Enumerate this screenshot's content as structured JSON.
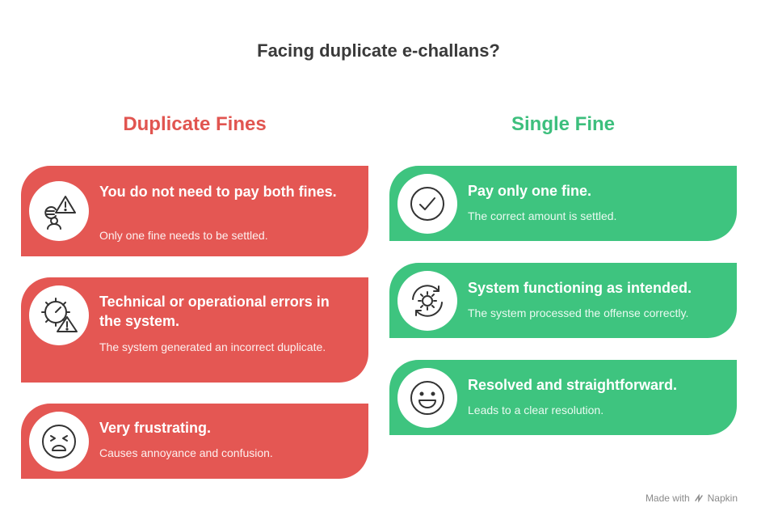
{
  "title": "Facing duplicate e-challans?",
  "columns": {
    "left": {
      "heading": "Duplicate Fines",
      "color": "#e45753"
    },
    "right": {
      "heading": "Single Fine",
      "color": "#3ec47f"
    }
  },
  "left_cards": [
    {
      "icon": "euro-warning-icon",
      "title": "You do not need to pay both fines.",
      "desc": "Only one fine needs to be settled."
    },
    {
      "icon": "gear-gauge-warning-icon",
      "title": "Technical or operational errors in the system.",
      "desc": "The system generated an incorrect duplicate."
    },
    {
      "icon": "frustrated-face-icon",
      "title": "Very frustrating.",
      "desc": "Causes annoyance and confusion."
    }
  ],
  "right_cards": [
    {
      "icon": "check-circle-icon",
      "title": "Pay only one fine.",
      "desc": "The correct amount is settled."
    },
    {
      "icon": "gear-cycle-icon",
      "title": "System functioning as intended.",
      "desc": "The system processed the offense correctly."
    },
    {
      "icon": "smile-face-icon",
      "title": "Resolved and straightforward.",
      "desc": "Leads to a clear resolution."
    }
  ],
  "footer": {
    "made_with": "Made with",
    "brand": "Napkin"
  }
}
